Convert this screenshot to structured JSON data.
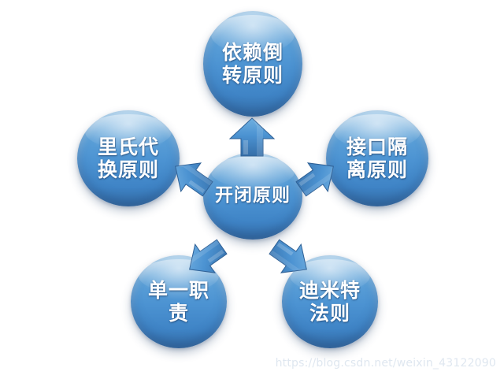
{
  "diagram": {
    "type": "radial-hub-and-spoke",
    "background_color": "#ffffff",
    "node_fill_color": "#4c93d2",
    "node_text_color": "#ffffff",
    "arrow_color": "#4c8fcd",
    "center": {
      "id": "open-closed",
      "label": "开闭原则",
      "label_display": "开闭原则"
    },
    "nodes": [
      {
        "id": "dependency-inversion",
        "label": "依赖倒转原则",
        "label_display": "依赖倒\n转原则",
        "position": "top"
      },
      {
        "id": "liskov-substitution",
        "label": "里氏代换原则",
        "label_display": "里氏代\n换原则",
        "position": "left"
      },
      {
        "id": "interface-segregation",
        "label": "接口隔离原则",
        "label_display": "接口隔\n离原则",
        "position": "right"
      },
      {
        "id": "single-responsibility",
        "label": "单一职责",
        "label_display": "单一职\n责",
        "position": "bottom-left"
      },
      {
        "id": "law-of-demeter",
        "label": "迪米特法则",
        "label_display": "迪米特\n法则",
        "position": "bottom-right"
      }
    ],
    "arrows": [
      {
        "id": "arrow-up",
        "from": "开闭原则",
        "to": "依赖倒转原则",
        "direction": "up"
      },
      {
        "id": "arrow-upleft",
        "from": "开闭原则",
        "to": "里氏代换原则",
        "direction": "up-left"
      },
      {
        "id": "arrow-upright",
        "from": "开闭原则",
        "to": "接口隔离原则",
        "direction": "up-right"
      },
      {
        "id": "arrow-downleft",
        "from": "开闭原则",
        "to": "单一职责",
        "direction": "down-left"
      },
      {
        "id": "arrow-downright",
        "from": "开闭原则",
        "to": "迪米特法则",
        "direction": "down-right"
      }
    ]
  },
  "watermark": {
    "text": "https://blog.csdn.net/weixin_43122090"
  }
}
